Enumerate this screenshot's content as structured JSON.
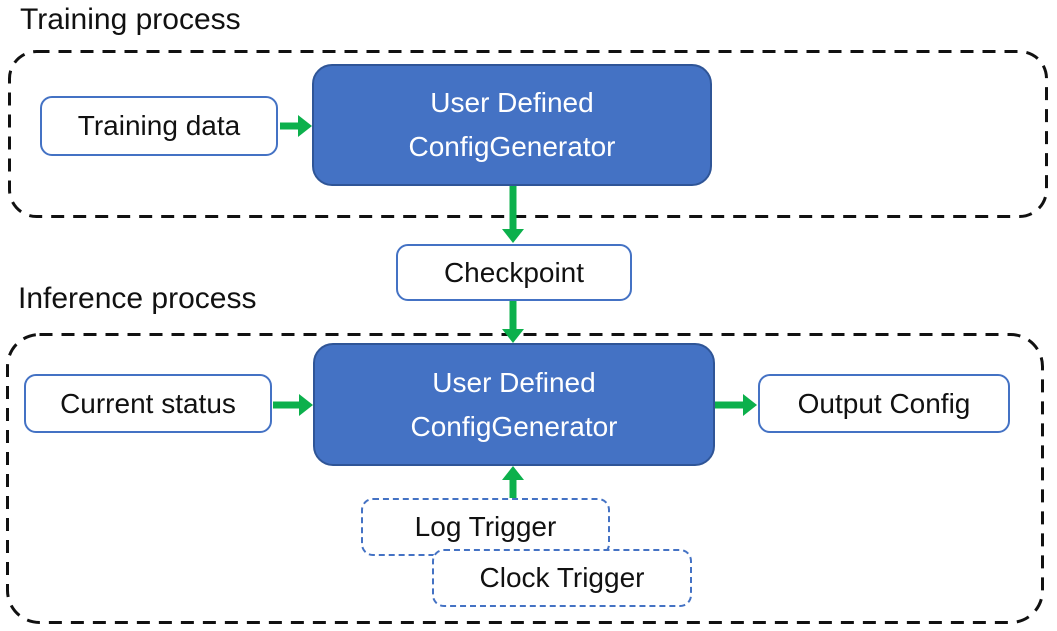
{
  "colors": {
    "generator_fill": "#4472C4",
    "generator_border": "#2F5597",
    "box_border": "#4472C4",
    "trigger_border": "#4472C4",
    "arrow_green": "#0CB04C",
    "container_dash": "#111111"
  },
  "sections": {
    "training": {
      "label": "Training process"
    },
    "inference": {
      "label": "Inference process"
    }
  },
  "nodes": {
    "training_data": "Training data",
    "generator_line1": "User Defined",
    "generator_line2": "ConfigGenerator",
    "checkpoint": "Checkpoint",
    "current_status": "Current status",
    "output_config": "Output Config",
    "log_trigger": "Log Trigger",
    "clock_trigger": "Clock Trigger"
  }
}
